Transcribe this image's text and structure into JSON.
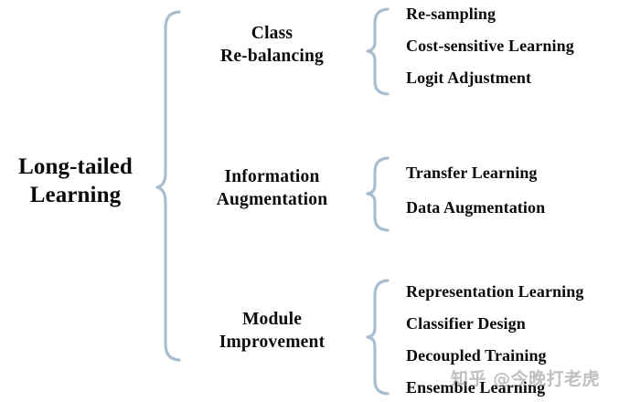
{
  "diagram": {
    "type": "taxonomy-tree",
    "orientation": "left-to-right",
    "background_color": "#ffffff",
    "text_color": "#0a0a0a",
    "brace_color": "#a8bdd0",
    "root": {
      "line1": "Long-tailed",
      "line2": "Learning"
    },
    "branches": [
      {
        "id": "class-rebalancing",
        "line1": "Class",
        "line2": "Re-balancing",
        "leaves": [
          "Re-sampling",
          "Cost-sensitive Learning",
          "Logit Adjustment"
        ]
      },
      {
        "id": "information-augmentation",
        "line1": "Information",
        "line2": "Augmentation",
        "leaves": [
          "Transfer Learning",
          "Data Augmentation"
        ]
      },
      {
        "id": "module-improvement",
        "line1": "Module",
        "line2": "Improvement",
        "leaves": [
          "Representation Learning",
          "Classifier Design",
          "Decoupled Training",
          "Ensemble Learning"
        ]
      }
    ]
  },
  "watermark": {
    "text": "知乎 @今晚打老虎"
  }
}
